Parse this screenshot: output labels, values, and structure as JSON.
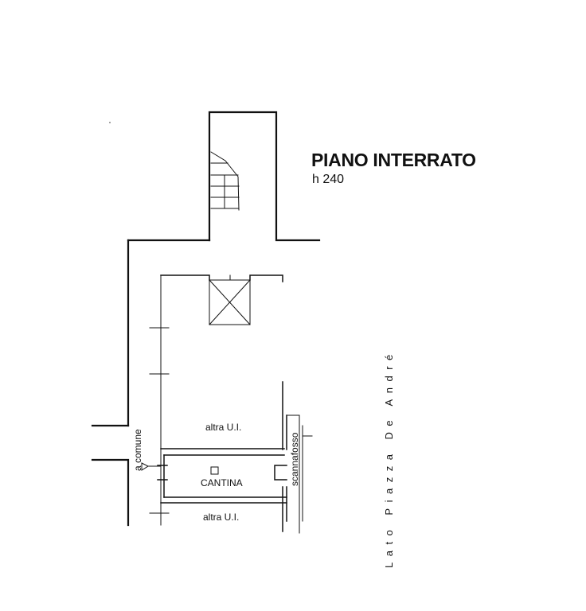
{
  "plan": {
    "title": "PIANO INTERRATO",
    "height_note": "h 240"
  },
  "labels": {
    "altra_top": "altra U.I.",
    "cantina": "CANTINA",
    "altra_bottom": "altra U.I.",
    "a_comune": "a comune",
    "scannafosso": "scannafosso",
    "side_street": "Lato Piazza De André"
  }
}
